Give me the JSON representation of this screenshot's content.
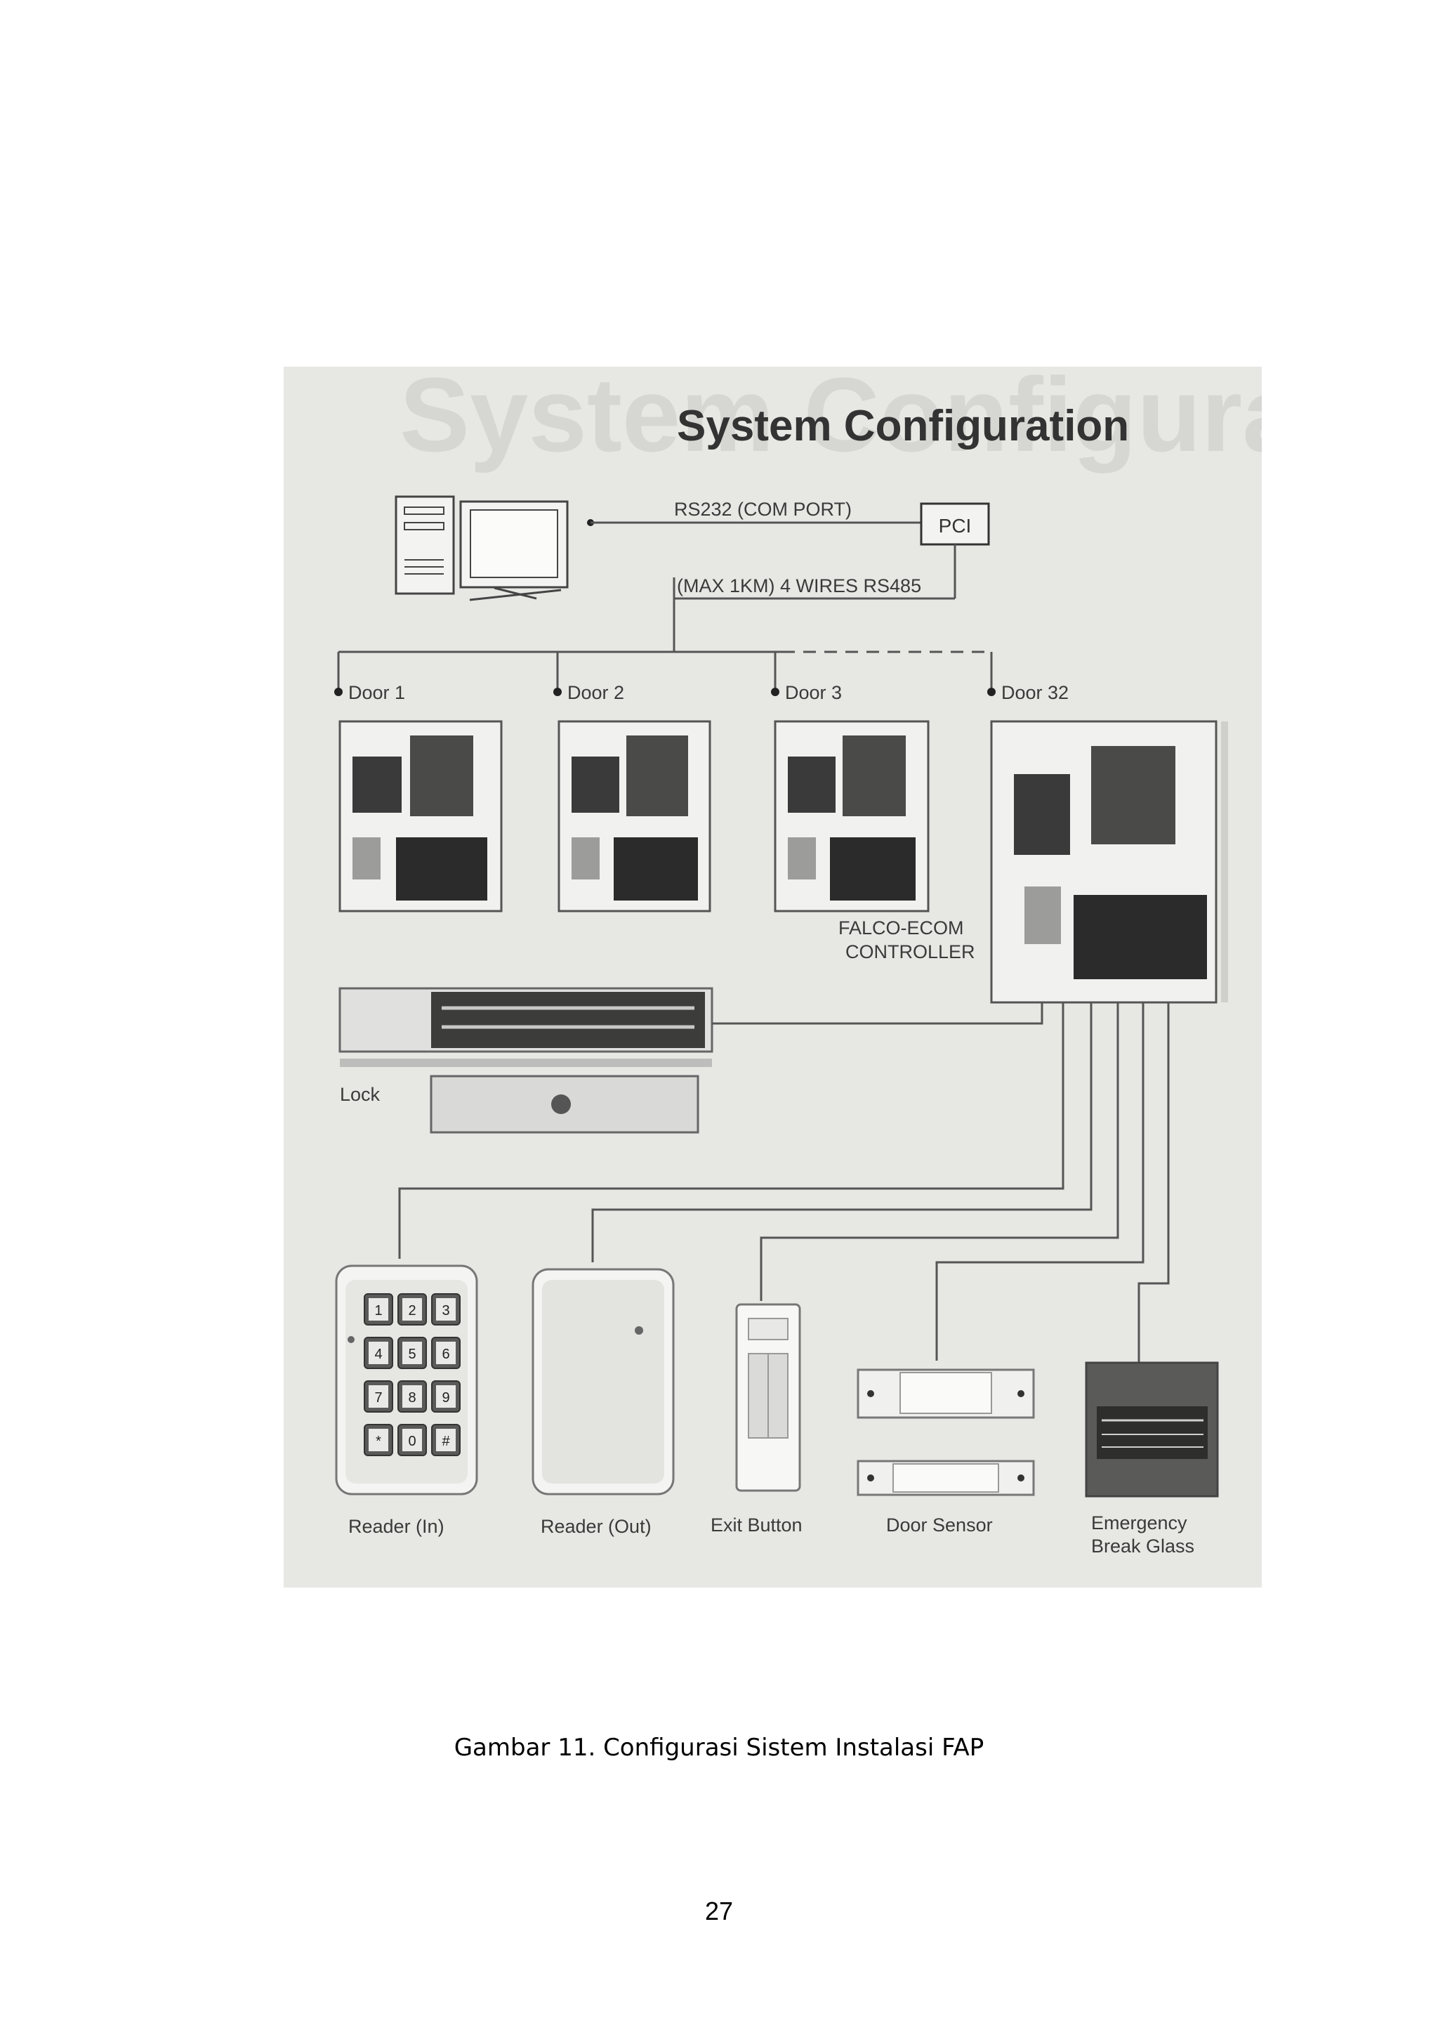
{
  "diagram": {
    "watermark": "System Configuration",
    "title": "System Configuration",
    "links": {
      "rs232": "RS232 (COM PORT)",
      "rs485": "(MAX 1KM) 4 WIRES RS485"
    },
    "pci_label": "PCI",
    "doors": [
      {
        "label": "Door 1"
      },
      {
        "label": "Door 2"
      },
      {
        "label": "Door 3"
      },
      {
        "label": "Door 32"
      }
    ],
    "controller_label_line1": "FALCO-ECOM",
    "controller_label_line2": "CONTROLLER",
    "lock_label": "Lock",
    "devices": {
      "reader_in": "Reader (In)",
      "reader_out": "Reader (Out)",
      "exit_button": "Exit Button",
      "door_sensor": "Door Sensor",
      "break_glass_line1": "Emergency",
      "break_glass_line2": "Break Glass"
    },
    "keypad_keys": [
      "1",
      "2",
      "3",
      "4",
      "5",
      "6",
      "7",
      "8",
      "9",
      "*",
      "0",
      "#"
    ]
  },
  "caption": "Gambar 11. Configurasi Sistem Instalasi FAP",
  "page_number": "27"
}
